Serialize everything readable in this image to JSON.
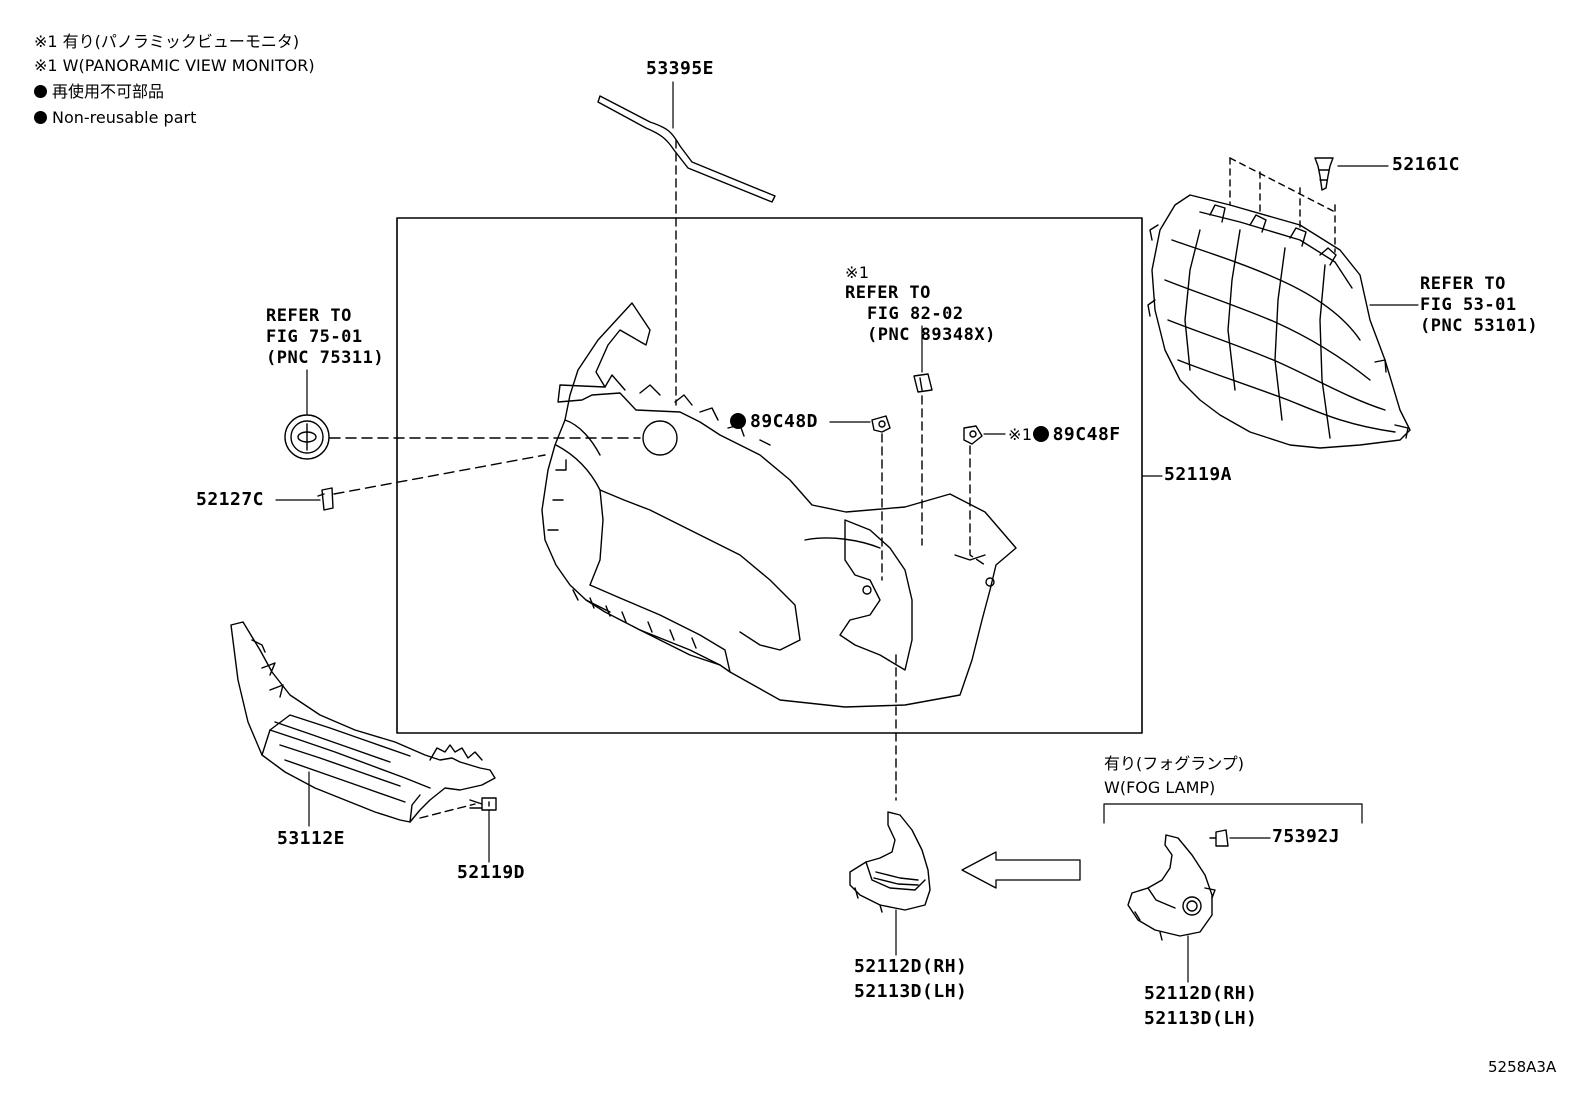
{
  "legend": {
    "line1": "※1 有り(パノラミックビューモニタ)",
    "line2": "※1 W(PANORAMIC VIEW MONITOR)",
    "line3": "再使用不可部品",
    "line4": "Non-reusable part"
  },
  "parts": {
    "p53395E": "53395E",
    "p52161C": "52161C",
    "p89C48D": "89C48D",
    "p89C48F": "89C48F",
    "mark89C48F": "※1",
    "p52119A": "52119A",
    "p52127C": "52127C",
    "p53112E": "53112E",
    "p52119D": "52119D",
    "p75392J": "75392J",
    "rh1": "52112D(RH)",
    "lh1": "52113D(LH)",
    "rh2": "52112D(RH)",
    "lh2": "52113D(LH)"
  },
  "refs": {
    "ref75": {
      "l1": "REFER TO",
      "l2": "FIG 75-01",
      "l3": "(PNC 75311)"
    },
    "ref82": {
      "mark": "※1",
      "l1": "REFER TO",
      "l2": "FIG 82-02",
      "l3": "(PNC 89348X)"
    },
    "ref53": {
      "l1": "REFER TO",
      "l2": "FIG 53-01",
      "l3": "(PNC 53101)"
    }
  },
  "fog": {
    "jp": "有り(フォグランプ)",
    "en": "W(FOG LAMP)"
  },
  "figure_code": "5258A3A"
}
